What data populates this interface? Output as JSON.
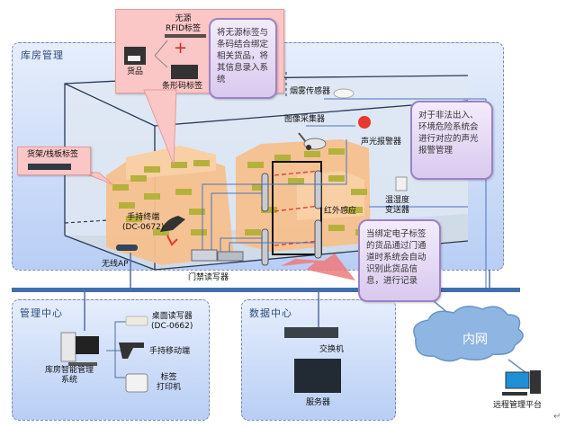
{
  "zones": {
    "warehouse": {
      "title": "库房管理"
    },
    "management": {
      "title": "管理中心"
    },
    "datacenter": {
      "title": "数据中心"
    }
  },
  "callouts": {
    "goods_binding": {
      "rfid_label": "无源\nRFID标签",
      "plus_sign": "+",
      "goods_label": "货品",
      "barcode_label": "条形码标签",
      "note": "将无源标签与条码结合绑定相关货品，将其信息录入系统"
    },
    "shelf_tag": {
      "label": "货架/栈板标签"
    },
    "alarm_note": "对于非法出入、环境危险系统会进行对应的声光报警管理",
    "door_note": "当绑定电子标签的货品通过门通道时系统会自动识别此货品信息，进行记录"
  },
  "warehouse_devices": {
    "smoke_sensor": "烟雾传感器",
    "camera": "图像采集器",
    "alarm": "声光报警器",
    "temp_humidity": "温湿度\n变送器",
    "infrared": "红外感应",
    "handheld": "手持终端\n(DC-0672)",
    "wireless_ap": "无线AP",
    "door_reader": "门禁读写器"
  },
  "management_devices": {
    "system": "库房智能管理\n系统",
    "desktop_reader": "桌面读写器\n(DC-0662)",
    "handheld_mobile": "手持移动端",
    "label_printer": "标签\n打印机"
  },
  "datacenter_devices": {
    "switch": "交换机",
    "server": "服务器"
  },
  "network": {
    "intranet": "内网",
    "remote_platform": "远程管理平台"
  },
  "colors": {
    "bus": "#3f6fb0",
    "zone_top": "#e6eefc",
    "zone_bottom": "#b9cef5",
    "callout_pink": "#fbc6c6",
    "note_purple": "#d9c9ee",
    "cloud": "#8fb5e3",
    "shelf": "#f6c08e",
    "tag": "#b5b13a"
  },
  "footer_mark": "↵"
}
